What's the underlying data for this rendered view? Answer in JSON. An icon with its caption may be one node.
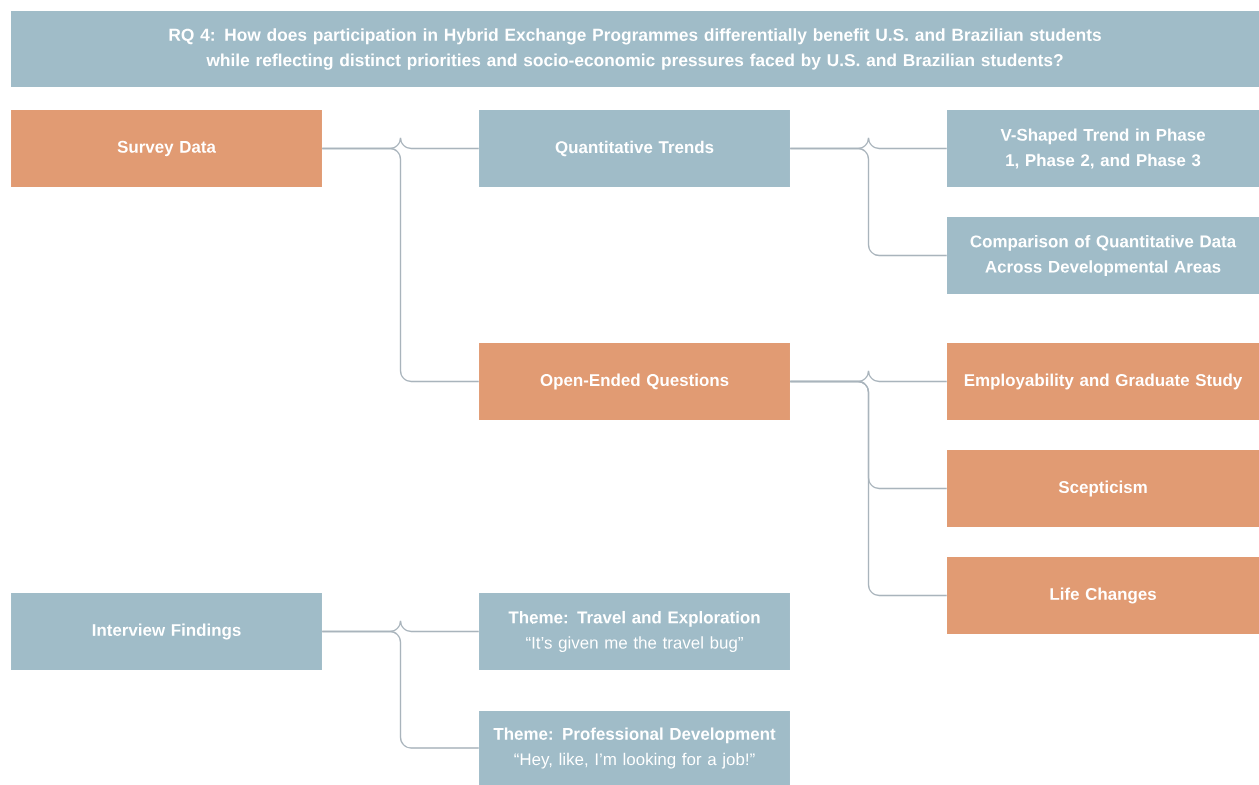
{
  "diagram": {
    "title": "RQ 4: How does participation in Hybrid Exchange Programmes differentially benefit U.S. and Brazilian students while reflecting distinct priorities and socio-economic pressures faced by U.S. and Brazilian students?",
    "nodes": [
      {
        "text": [
          "Survey Data"
        ]
      },
      {
        "text": [
          "Quantitative Trends"
        ]
      },
      {
        "text": [
          "V-Shaped Trend in Phase 1, Phase 2, and Phase 3"
        ]
      },
      {
        "text": [
          "Comparison of Quantitative Data Across Developmental Areas"
        ]
      },
      {
        "text": [
          "Open-Ended Questions"
        ]
      },
      {
        "text": [
          "Employability and Graduate Study"
        ]
      },
      {
        "text": [
          "Scepticism"
        ]
      },
      {
        "text": [
          "Life Changes"
        ]
      },
      {
        "text": [
          "Interview Findings"
        ]
      },
      {
        "text": [
          "Theme: Travel and Exploration",
          "“It’s given me the travel bug”"
        ]
      },
      {
        "text": [
          "Theme: Professional Development",
          "“Hey, like, I’m looking for a job!”"
        ]
      }
    ],
    "edges": [
      {
        "from": 0,
        "to": 1,
        "arrow": "none"
      },
      {
        "from": 0,
        "to": 4,
        "arrow": "none"
      },
      {
        "from": 1,
        "to": 2,
        "arrow": "none"
      },
      {
        "from": 1,
        "to": 3,
        "arrow": "none"
      },
      {
        "from": 4,
        "to": 5,
        "arrow": "none"
      },
      {
        "from": 4,
        "to": 6,
        "arrow": "none"
      },
      {
        "from": 4,
        "to": 7,
        "arrow": "none"
      },
      {
        "from": 8,
        "to": 9,
        "arrow": "none"
      },
      {
        "from": 8,
        "to": 10,
        "arrow": "none"
      }
    ]
  }
}
